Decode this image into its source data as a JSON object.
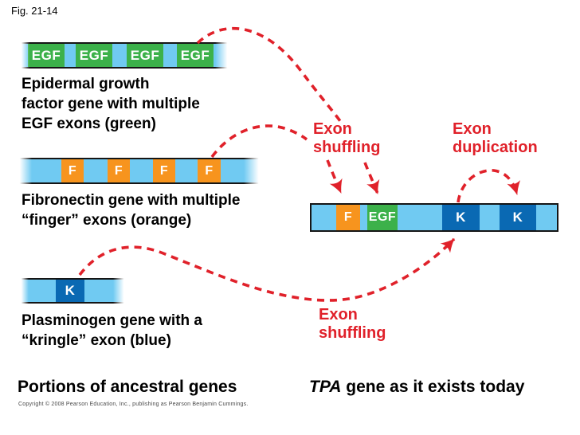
{
  "figure_label": "Fig. 21-14",
  "colors": {
    "light_blue": "#70CAF2",
    "green": "#3CB14A",
    "orange": "#F7941E",
    "dark_blue": "#0A69B3",
    "red": "#E0212A"
  },
  "genes": {
    "egf": {
      "caption": "Epidermal growth\nfactor gene with multiple\nEGF exons (green)",
      "exon_label": "EGF",
      "exon_count": 4,
      "exon_color": "green"
    },
    "fibronectin": {
      "caption": "Fibronectin gene with multiple\n“finger” exons (orange)",
      "exon_label": "F",
      "exon_count": 4,
      "exon_color": "orange"
    },
    "plasminogen": {
      "caption": "Plasminogen gene with a\n“kringle” exon (blue)",
      "exon_label": "K",
      "exon_count": 1,
      "exon_color": "blue"
    },
    "tpa": {
      "exons": [
        "F",
        "EGF",
        "K",
        "K"
      ]
    }
  },
  "annotations": {
    "exon_shuffling_top": "Exon\nshuffling",
    "exon_duplication": "Exon\nduplication",
    "exon_shuffling_bottom": "Exon\nshuffling"
  },
  "footer": {
    "left_caption": "Portions of ancestral genes",
    "right_caption_italic": "TPA",
    "right_caption_rest": " gene as it exists today",
    "copyright": "Copyright © 2008 Pearson Education, Inc., publishing as Pearson Benjamin Cummings."
  }
}
